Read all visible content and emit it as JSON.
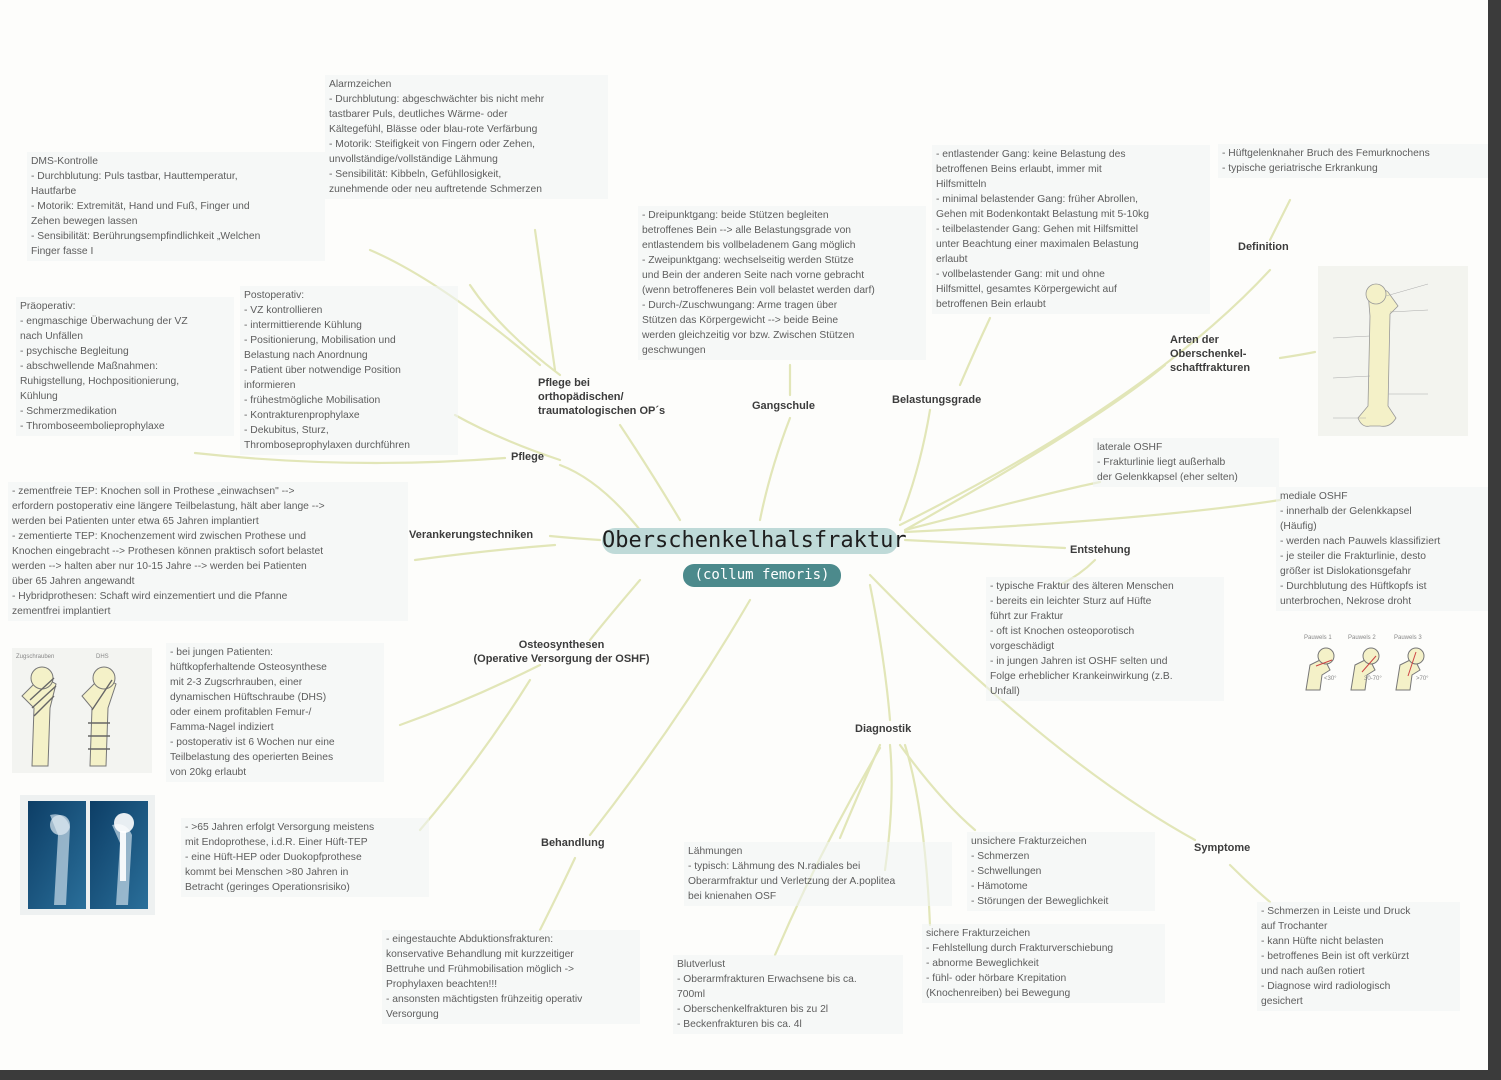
{
  "central": {
    "title": "Oberschenkelhalsfraktur",
    "subtitle": "(collum femoris)"
  },
  "topics": {
    "pflege": "Pflege",
    "pflege_op": "Pflege bei\northopädischen/\ntraumatologischen OP´s",
    "gangschule": "Gangschule",
    "belastungsgrade": "Belastungsgrade",
    "definition": "Definition",
    "arten": "Arten der\nOberschenkel-\nschaftfrakturen",
    "entstehung": "Entstehung",
    "verankerung": "Verankerungstechniken",
    "osteosynthesen": "Osteosynthesen\n(Operative Versorgung der OSHF)",
    "diagnostik": "Diagnostik",
    "behandlung": "Behandlung",
    "symptome": "Symptome"
  },
  "notes": {
    "alarmzeichen": "Alarmzeichen\n- Durchblutung: abgeschwächter bis nicht mehr\ntastbarer Puls, deutliches Wärme- oder\nKältegefühl, Blässe oder blau-rote Verfärbung\n- Motorik: Steifigkeit von Fingern oder Zehen,\nunvollständige/vollständige Lähmung\n- Sensibilität: Kibbeln, Gefühllosigkeit,\nzunehmende oder neu auftretende Schmerzen",
    "dms": "DMS-Kontrolle\n- Durchblutung: Puls tastbar, Hauttemperatur,\nHautfarbe\n- Motorik: Extremität, Hand und Fuß, Finger und\nZehen bewegen lassen\n- Sensibilität: Berührungsempfindlichkeit „Welchen\nFinger fasse I",
    "praeoperativ": "Präoperativ:\n- engmaschige Überwachung der VZ\nnach Unfällen\n- psychische Begleitung\n- abschwellende Maßnahmen:\nRuhigstellung, Hochpositionierung,\nKühlung\n- Schmerzmedikation\n- Thromboseembolieprophylaxe",
    "postoperativ": "Postoperativ:\n- VZ kontrollieren\n- intermittierende Kühlung\n- Positionierung, Mobilisation und\nBelastung nach Anordnung\n- Patient über notwendige Position\ninformieren\n- frühestmögliche Mobilisation\n- Kontrakturenprophylaxe\n- Dekubitus, Sturz,\nThromboseprophylaxen durchführen",
    "gang": "- Dreipunktgang: beide Stützen begleiten\nbetroffenes Bein --> alle Belastungsgrade von\nentlastendem bis vollbeladenem Gang möglich\n- Zweipunktgang: wechselseitig werden Stütze\nund Bein der anderen Seite nach vorne gebracht\n(wenn betroffeneres Bein voll belastet werden darf)\n- Durch-/Zuschwungang: Arme tragen über\nStützen das Körpergewicht --> beide Beine\nwerden gleichzeitig vor bzw. Zwischen Stützen\ngeschwungen",
    "belastung": "- entlastender Gang: keine Belastung des\nbetroffenen Beins erlaubt, immer mit\nHilfsmitteln\n- minimal belastender Gang: früher Abrollen,\nGehen mit Bodenkontakt Belastung mit 5-10kg\n- teilbelastender Gang: Gehen mit Hilfsmittel\nunter Beachtung einer maximalen Belastung\nerlaubt\n- vollbelastender Gang: mit und ohne\nHilfsmittel, gesamtes Körpergewicht auf\nbetroffenen Bein erlaubt",
    "definition": "- Hüftgelenknaher Bruch des Femurknochens\n- typische geriatrische Erkrankung",
    "lateral": "laterale OSHF\n- Frakturlinie liegt außerhalb\nder Gelenkkapsel (eher selten)",
    "medial": "mediale OSHF\n- innerhalb der Gelenkkapsel\n(Häufig)\n- werden nach Pauwels klassifiziert\n- je steiler die Frakturlinie, desto\ngrößer ist Dislokationsgefahr\n- Durchblutung des Hüftkopfs ist\nunterbrochen, Nekrose droht",
    "entstehung": "- typische Fraktur des älteren Menschen\n- bereits ein leichter Sturz auf Hüfte\nführt zur Fraktur\n- oft ist Knochen osteoporotisch\nvorgeschädigt\n- in jungen Jahren ist OSHF selten und\nFolge erheblicher Krankeinwirkung (z.B.\nUnfall)",
    "verankerung": "- zementfreie TEP: Knochen soll in Prothese „einwachsen\" -->\nerfordern postoperativ eine längere Teilbelastung, hält aber lange -->\nwerden bei Patienten unter etwa 65 Jahren implantiert\n- zementierte TEP: Knochenzement wird zwischen Prothese und\nKnochen eingebracht --> Prothesen können praktisch sofort belastet\nwerden --> halten aber nur 10-15 Jahre --> werden bei Patienten\nüber 65 Jahren angewandt\n- Hybridprothesen: Schaft wird einzementiert und die Pfanne\nzementfrei implantiert",
    "osteo_jung": "- bei jungen Patienten:\nhüftkopferhaltende Osteosynthese\nmit 2-3 Zugscrhrauben, einer\ndynamischen Hüftschraube (DHS)\noder einem profitablen Femur-/\nFamma-Nagel indiziert\n- postoperativ ist 6 Wochen nur eine\nTeilbelastung des operierten Beines\nvon 20kg erlaubt",
    "osteo_alt": "- >65 Jahren erfolgt Versorgung meistens\nmit Endoprothese, i.d.R. Einer Hüft-TEP\n- eine Hüft-HEP oder Duokopfprothese\nkommt bei Menschen >80 Jahren in\nBetracht (geringes Operationsrisiko)",
    "behandlung": "- eingestauchte Abduktionsfrakturen:\nkonservative Behandlung mit kurzzeitiger\nBettruhe und Frühmobilisation möglich ->\nProphylaxen beachten!!!\n- ansonsten mächtigsten frühzeitig operativ\nVersorgung",
    "laehmungen": "Lähmungen\n- typisch: Lähmung des N.radiales bei\nOberarmfraktur und Verletzung der A.poplitea\nbei knienahen OSF",
    "blutverlust": "Blutverlust\n- Oberarmfrakturen Erwachsene bis ca.\n700ml\n- Oberschenkelfrakturen bis zu 2l\n- Beckenfrakturen bis ca. 4l",
    "unsicher": "unsichere Frakturzeichen\n- Schmerzen\n- Schwellungen\n- Hämotome\n- Störungen der Beweglichkeit",
    "sicher": "sichere Frakturzeichen\n- Fehlstellung durch Frakturverschiebung\n- abnorme Beweglichkeit\n- fühl- oder hörbare Krepitation\n(Knochenreiben) bei Bewegung",
    "symptome": "- Schmerzen in Leiste und Druck\nauf Trochanter\n- kann Hüfte nicht belasten\n- betroffenes Bein ist oft verkürzt\nund nach außen rotiert\n- Diagnose wird radiologisch\ngesichert"
  },
  "image_labels": {
    "zugschrauben": "Zugschrauben",
    "dhs": "DHS",
    "pauwels": [
      "Pauwels 1",
      "Pauwels 2",
      "Pauwels 3"
    ],
    "pauwels_angles": [
      "<30°",
      "30-70°",
      ">70°"
    ]
  },
  "colors": {
    "line": "#e2e6b8",
    "central_bg": "#bfdad8",
    "sub_bg": "#4c8a8c",
    "bone": "#f4f1c8"
  }
}
